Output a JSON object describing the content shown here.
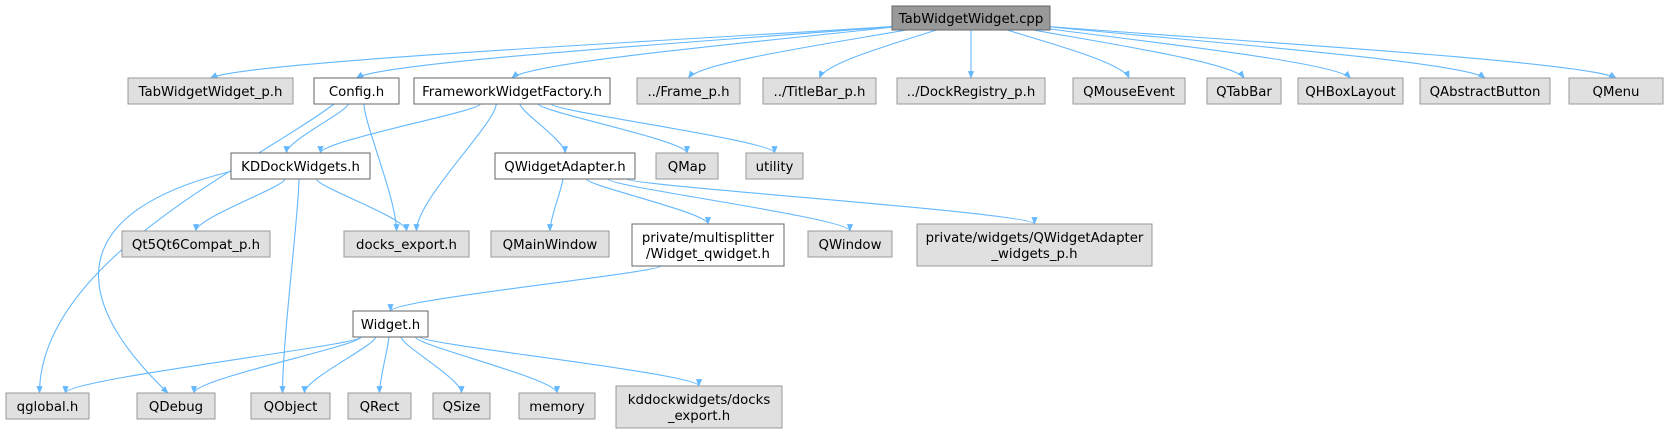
{
  "colors": {
    "edge": "#63b8ff",
    "root_fill": "#999999",
    "root_stroke": "#666666",
    "local_fill": "#ffffff",
    "local_stroke": "#666666",
    "external_fill": "#e0e0e0",
    "external_stroke": "#999999"
  },
  "nodes": [
    {
      "id": "root",
      "label": [
        "TabWidgetWidget.cpp"
      ],
      "kind": "root"
    },
    {
      "id": "twp",
      "label": [
        "TabWidgetWidget_p.h"
      ],
      "kind": "external"
    },
    {
      "id": "cfg",
      "label": [
        "Config.h"
      ],
      "kind": "local"
    },
    {
      "id": "fwf",
      "label": [
        "FrameworkWidgetFactory.h"
      ],
      "kind": "local"
    },
    {
      "id": "frm",
      "label": [
        "../Frame_p.h"
      ],
      "kind": "external"
    },
    {
      "id": "tbp",
      "label": [
        "../TitleBar_p.h"
      ],
      "kind": "external"
    },
    {
      "id": "drp",
      "label": [
        "../DockRegistry_p.h"
      ],
      "kind": "external"
    },
    {
      "id": "qme",
      "label": [
        "QMouseEvent"
      ],
      "kind": "external"
    },
    {
      "id": "qtb",
      "label": [
        "QTabBar"
      ],
      "kind": "external"
    },
    {
      "id": "qhb",
      "label": [
        "QHBoxLayout"
      ],
      "kind": "external"
    },
    {
      "id": "qab",
      "label": [
        "QAbstractButton"
      ],
      "kind": "external"
    },
    {
      "id": "qmn",
      "label": [
        "QMenu"
      ],
      "kind": "external"
    },
    {
      "id": "kdd",
      "label": [
        "KDDockWidgets.h"
      ],
      "kind": "local"
    },
    {
      "id": "qwa",
      "label": [
        "QWidgetAdapter.h"
      ],
      "kind": "local"
    },
    {
      "id": "qmap",
      "label": [
        "QMap"
      ],
      "kind": "external"
    },
    {
      "id": "util",
      "label": [
        "utility"
      ],
      "kind": "external"
    },
    {
      "id": "qt5",
      "label": [
        "Qt5Qt6Compat_p.h"
      ],
      "kind": "external"
    },
    {
      "id": "dex",
      "label": [
        "docks_export.h"
      ],
      "kind": "external"
    },
    {
      "id": "qmw",
      "label": [
        "QMainWindow"
      ],
      "kind": "external"
    },
    {
      "id": "pmw",
      "label": [
        "private/multisplitter",
        "/Widget_qwidget.h"
      ],
      "kind": "local"
    },
    {
      "id": "qwin",
      "label": [
        "QWindow"
      ],
      "kind": "external"
    },
    {
      "id": "pwq",
      "label": [
        "private/widgets/QWidgetAdapter",
        "_widgets_p.h"
      ],
      "kind": "external"
    },
    {
      "id": "wdg",
      "label": [
        "Widget.h"
      ],
      "kind": "local"
    },
    {
      "id": "qgl",
      "label": [
        "qglobal.h"
      ],
      "kind": "external"
    },
    {
      "id": "qdbg",
      "label": [
        "QDebug"
      ],
      "kind": "external"
    },
    {
      "id": "qobj",
      "label": [
        "QObject"
      ],
      "kind": "external"
    },
    {
      "id": "qrect",
      "label": [
        "QRect"
      ],
      "kind": "external"
    },
    {
      "id": "qsize",
      "label": [
        "QSize"
      ],
      "kind": "external"
    },
    {
      "id": "mem",
      "label": [
        "memory"
      ],
      "kind": "external"
    },
    {
      "id": "kdx",
      "label": [
        "kddockwidgets/docks",
        "_export.h"
      ],
      "kind": "external"
    }
  ],
  "edges": [
    [
      "root",
      "twp"
    ],
    [
      "root",
      "cfg"
    ],
    [
      "root",
      "fwf"
    ],
    [
      "root",
      "frm"
    ],
    [
      "root",
      "tbp"
    ],
    [
      "root",
      "drp"
    ],
    [
      "root",
      "qme"
    ],
    [
      "root",
      "qtb"
    ],
    [
      "root",
      "qhb"
    ],
    [
      "root",
      "qab"
    ],
    [
      "root",
      "qmn"
    ],
    [
      "cfg",
      "kdd"
    ],
    [
      "cfg",
      "dex"
    ],
    [
      "cfg",
      "qgl"
    ],
    [
      "fwf",
      "kdd"
    ],
    [
      "fwf",
      "dex"
    ],
    [
      "fwf",
      "qwa"
    ],
    [
      "fwf",
      "qmap"
    ],
    [
      "fwf",
      "util"
    ],
    [
      "kdd",
      "qt5"
    ],
    [
      "kdd",
      "dex"
    ],
    [
      "kdd",
      "qobj"
    ],
    [
      "kdd",
      "qdbg"
    ],
    [
      "qwa",
      "qmw"
    ],
    [
      "qwa",
      "pmw"
    ],
    [
      "qwa",
      "qwin"
    ],
    [
      "qwa",
      "pwq"
    ],
    [
      "pmw",
      "wdg"
    ],
    [
      "wdg",
      "qgl"
    ],
    [
      "wdg",
      "qdbg"
    ],
    [
      "wdg",
      "qobj"
    ],
    [
      "wdg",
      "qrect"
    ],
    [
      "wdg",
      "qsize"
    ],
    [
      "wdg",
      "mem"
    ],
    [
      "wdg",
      "kdx"
    ]
  ]
}
